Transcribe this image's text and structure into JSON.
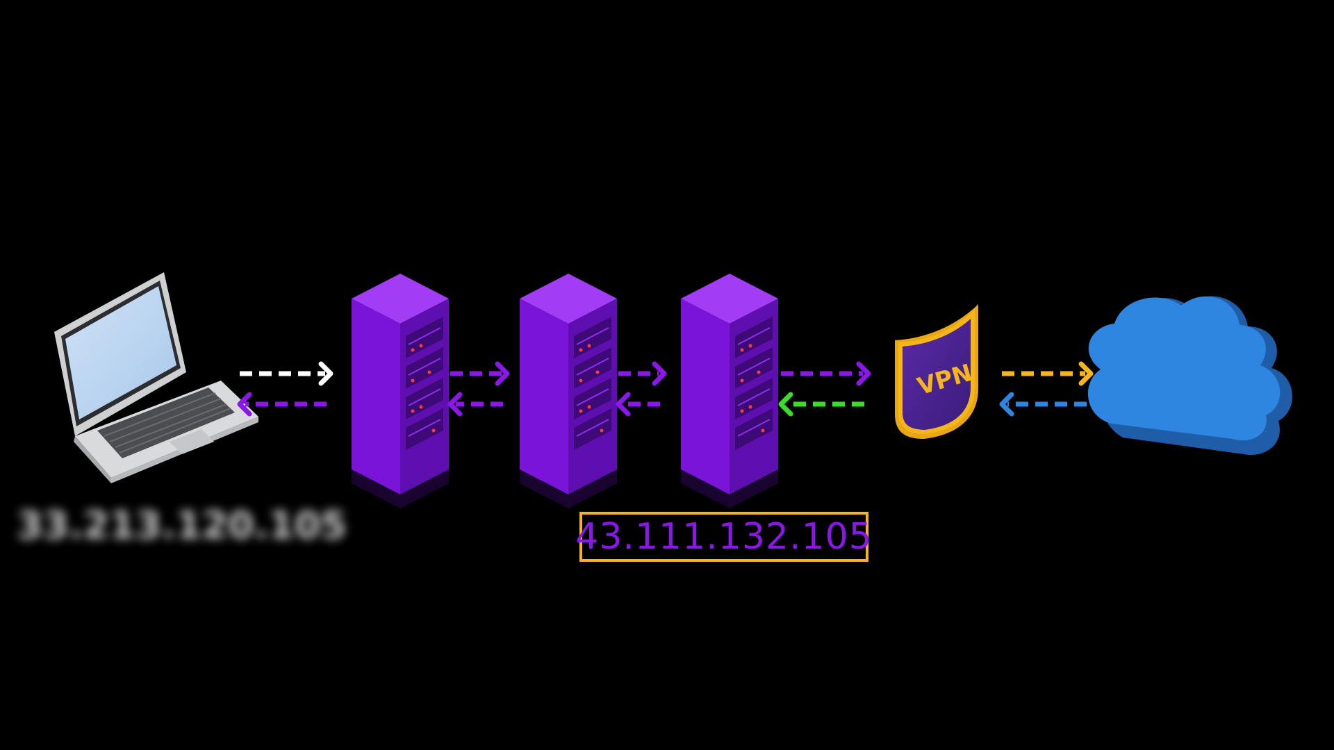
{
  "diagram": {
    "nodes": [
      {
        "id": "laptop",
        "icon": "laptop-icon"
      },
      {
        "id": "server-1",
        "icon": "server-rack-icon"
      },
      {
        "id": "server-2",
        "icon": "server-rack-icon"
      },
      {
        "id": "server-3",
        "icon": "server-rack-icon"
      },
      {
        "id": "vpn",
        "icon": "vpn-shield-icon",
        "label": "VPN"
      },
      {
        "id": "cloud",
        "icon": "cloud-icon"
      }
    ],
    "edges": [
      {
        "from": "laptop",
        "to": "server-1",
        "color": "#ffffff"
      },
      {
        "from": "server-1",
        "to": "laptop",
        "color": "#8a18e6"
      },
      {
        "from": "server-1",
        "to": "server-2",
        "color": "#8a18e6"
      },
      {
        "from": "server-2",
        "to": "server-1",
        "color": "#8a18e6"
      },
      {
        "from": "server-2",
        "to": "server-3",
        "color": "#8a18e6"
      },
      {
        "from": "server-3",
        "to": "server-2",
        "color": "#8a18e6"
      },
      {
        "from": "server-3",
        "to": "vpn",
        "color": "#8a18e6"
      },
      {
        "from": "vpn",
        "to": "server-3",
        "color": "#3ddc2a"
      },
      {
        "from": "vpn",
        "to": "cloud",
        "color": "#f5b51c"
      },
      {
        "from": "cloud",
        "to": "vpn",
        "color": "#2f86e0"
      }
    ],
    "laptop_ip_blurred": "33.213.120.105",
    "server_ip": "43.111.132.105"
  },
  "colors": {
    "background": "#000000",
    "server_purple": "#8a18e6",
    "vpn_gold": "#f5b51c",
    "cloud_blue": "#2f86e0",
    "return_green": "#3ddc2a"
  }
}
